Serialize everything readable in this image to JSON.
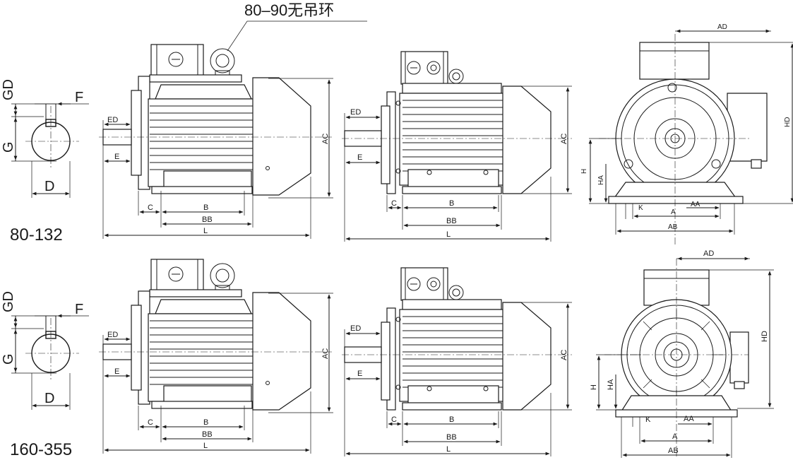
{
  "annotation_top": "80–90无吊环",
  "frame_labels": {
    "small": "80-132",
    "large": "160-355"
  },
  "shaft_labels": {
    "gd": "GD",
    "f": "F",
    "g": "G",
    "d": "D"
  },
  "side_labels": {
    "ed": "ED",
    "e": "E",
    "c": "C",
    "b": "B",
    "bb": "BB",
    "l": "L",
    "ac": "AC"
  },
  "end_labels": {
    "ad": "AD",
    "hd": "HD",
    "h": "H",
    "ha": "HA",
    "k": "K",
    "a": "A",
    "aa": "AA",
    "ab": "AB"
  }
}
